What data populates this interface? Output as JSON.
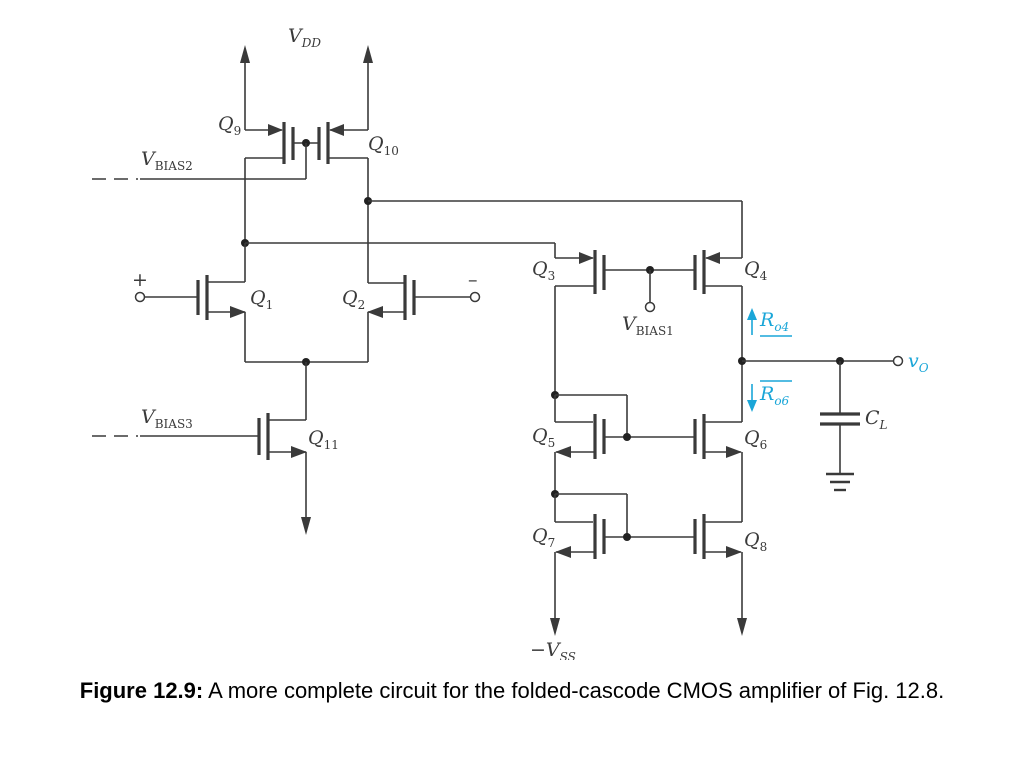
{
  "labels": {
    "vdd": "V",
    "vdd_sub": "DD",
    "vss": "−V",
    "vss_sub": "SS",
    "vbias1": "V",
    "vbias1_sub": "BIAS1",
    "vbias2": "V",
    "vbias2_sub": "BIAS2",
    "vbias3": "V",
    "vbias3_sub": "BIAS3",
    "plus": "+",
    "minus": "–",
    "q1": "Q",
    "q1_sub": "1",
    "q2": "Q",
    "q2_sub": "2",
    "q3": "Q",
    "q3_sub": "3",
    "q4": "Q",
    "q4_sub": "4",
    "q5": "Q",
    "q5_sub": "5",
    "q6": "Q",
    "q6_sub": "6",
    "q7": "Q",
    "q7_sub": "7",
    "q8": "Q",
    "q8_sub": "8",
    "q9": "Q",
    "q9_sub": "9",
    "q10": "Q",
    "q10_sub": "10",
    "q11": "Q",
    "q11_sub": "11",
    "ro4": "R",
    "ro4_sub": "o4",
    "ro6": "R",
    "ro6_sub": "o6",
    "cl": "C",
    "cl_sub": "L",
    "vo": "v",
    "vo_sub": "O"
  },
  "caption": {
    "bold": "Figure 12.9:",
    "text": " A more complete circuit for the folded-cascode CMOS amplifier of Fig. 12.8."
  },
  "colors": {
    "annotation": "#1aa6d8",
    "wire": "#3a3a3a"
  }
}
